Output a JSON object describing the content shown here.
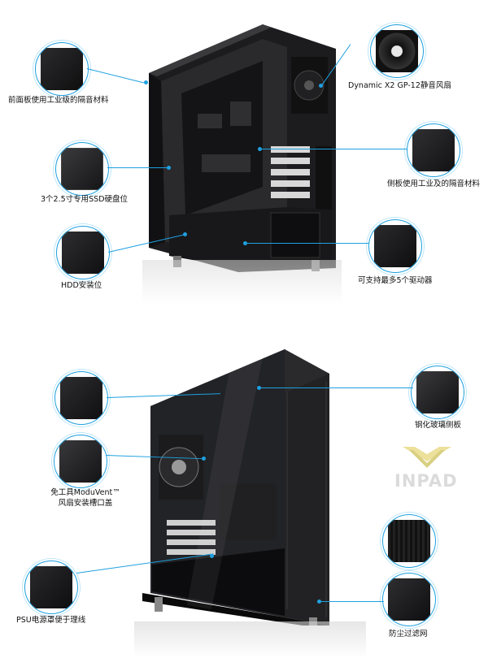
{
  "top_panel": {
    "callouts": [
      {
        "id": "front-panel",
        "label": "前面板使用工业级的隔音材料"
      },
      {
        "id": "ssd-bay",
        "label": "3个2.5寸专用SSD硬盘位"
      },
      {
        "id": "hdd-bay",
        "label": "HDD安装位"
      },
      {
        "id": "fan",
        "label": "Dynamic X2 GP-12静音风扇"
      },
      {
        "id": "side-panel",
        "label": "侧板使用工业及的隔音材料"
      },
      {
        "id": "drive-support",
        "label": "可支持最多5个驱动器"
      }
    ]
  },
  "bottom_panel": {
    "callouts": [
      {
        "id": "tempered-glass",
        "label": "钢化玻璃侧板"
      },
      {
        "id": "moduvent-line1",
        "label": "免工具ModuVent™"
      },
      {
        "id": "moduvent-line2",
        "label": "风扇安装槽口盖"
      },
      {
        "id": "psu-shroud",
        "label": "PSU电源罩便于理线"
      },
      {
        "id": "dust-filter",
        "label": "防尘过滤网"
      }
    ],
    "watermark": "INPAD"
  },
  "colors": {
    "accent": "#1ea0e0",
    "case": "#1b1b1d"
  }
}
